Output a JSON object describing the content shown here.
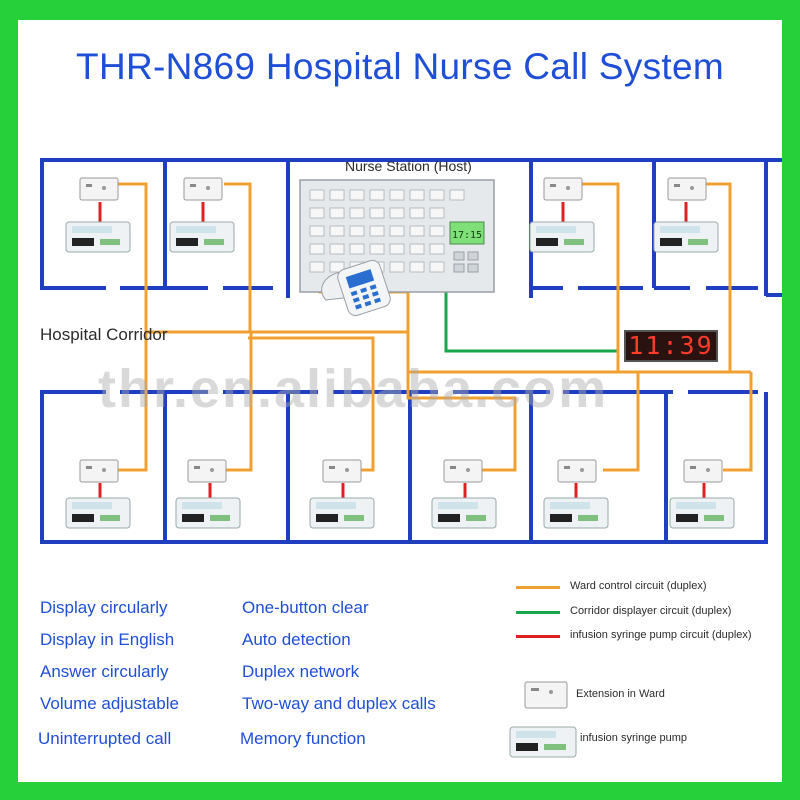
{
  "title": "THR-N869  Hospital Nurse Call System",
  "labels": {
    "corridor": "Hospital Corridor",
    "nurse_station": "Nurse Station (Host)",
    "watermark": "thr.en.alibaba.com",
    "host_display": "17:15",
    "corridor_display": "11:39"
  },
  "features": {
    "left": [
      "Display circularly",
      "Display in English",
      "Answer circularly",
      "Volume adjustable",
      "Uninterrupted call"
    ],
    "right": [
      "One-button clear",
      "Auto detection",
      "Duplex network",
      "Two-way and duplex calls",
      "Memory function"
    ]
  },
  "legend": {
    "lines": [
      {
        "label": "Ward control circuit (duplex)",
        "color": "#f0a030"
      },
      {
        "label": "Corridor displayer circuit  (duplex)",
        "color": "#1aa64a"
      },
      {
        "label": "infusion syringe pump circuit  (duplex)",
        "color": "#e02020"
      }
    ],
    "devices": [
      {
        "label": "Extension in Ward",
        "icon": "wall-extension-icon"
      },
      {
        "label": "infusion syringe pump",
        "icon": "syringe-pump-icon"
      }
    ]
  },
  "colors": {
    "wall": "#1f3fc0",
    "ward_circuit": "#f0a030",
    "corridor_circuit": "#1aa64a",
    "pump_circuit": "#e02020",
    "title": "#1f4fd6",
    "frame": "#26d03a"
  }
}
